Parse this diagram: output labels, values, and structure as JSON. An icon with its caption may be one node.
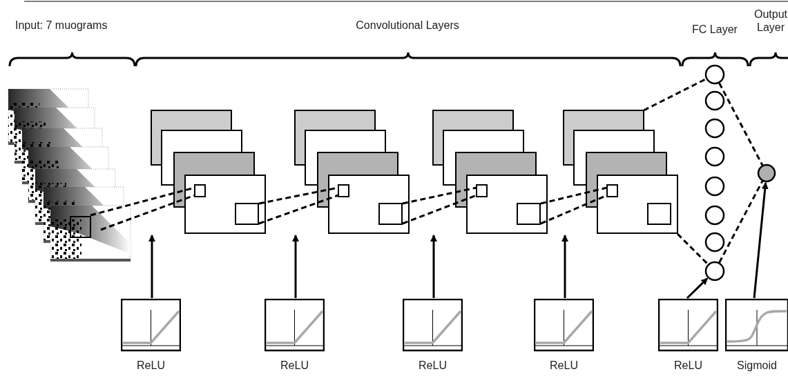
{
  "diagram": {
    "nodes": [
      {
        "text": [],
        "shape": "picture"
      },
      {
        "text": [],
        "shape": "box"
      },
      {
        "text": [],
        "shape": "box"
      },
      {
        "text": [],
        "shape": "box"
      },
      {
        "text": [],
        "shape": "box"
      },
      {
        "text": [],
        "shape": "circle"
      },
      {
        "text": [],
        "shape": "circle"
      },
      {
        "text": [],
        "shape": "circle"
      },
      {
        "text": [],
        "shape": "circle"
      },
      {
        "text": [],
        "shape": "circle"
      },
      {
        "text": [],
        "shape": "circle"
      },
      {
        "text": [],
        "shape": "circle"
      },
      {
        "text": [],
        "shape": "circle"
      },
      {
        "text": [],
        "shape": "circle"
      },
      {
        "text": [
          "ReLU"
        ]
      },
      {
        "text": [
          "ReLU"
        ]
      },
      {
        "text": [
          "ReLU"
        ]
      },
      {
        "text": [
          "ReLU"
        ]
      },
      {
        "text": [
          "ReLU"
        ]
      },
      {
        "text": [
          "Sigmoid"
        ]
      }
    ],
    "edges": [
      {
        "from": 0,
        "to": 1,
        "arrow": "none",
        "style": "dashed"
      },
      {
        "from": 0,
        "to": 1,
        "arrow": "none",
        "style": "dashed"
      },
      {
        "from": 1,
        "to": 2,
        "arrow": "none",
        "style": "dashed"
      },
      {
        "from": 1,
        "to": 2,
        "arrow": "none",
        "style": "dashed"
      },
      {
        "from": 2,
        "to": 3,
        "arrow": "none",
        "style": "dashed"
      },
      {
        "from": 2,
        "to": 3,
        "arrow": "none",
        "style": "dashed"
      },
      {
        "from": 3,
        "to": 4,
        "arrow": "none",
        "style": "dashed"
      },
      {
        "from": 3,
        "to": 4,
        "arrow": "none",
        "style": "dashed"
      },
      {
        "from": 4,
        "to": 5,
        "arrow": "none",
        "style": "dashed"
      },
      {
        "from": 4,
        "to": 12,
        "arrow": "none",
        "style": "dashed"
      },
      {
        "from": 5,
        "to": 13,
        "arrow": "none",
        "style": "dashed"
      },
      {
        "from": 12,
        "to": 13,
        "arrow": "none",
        "style": "dashed"
      },
      {
        "from": 14,
        "to": 1,
        "arrow": "to"
      },
      {
        "from": 15,
        "to": 2,
        "arrow": "to"
      },
      {
        "from": 16,
        "to": 3,
        "arrow": "to"
      },
      {
        "from": 17,
        "to": 4,
        "arrow": "to"
      },
      {
        "from": 18,
        "to": 12,
        "arrow": "to"
      },
      {
        "from": 19,
        "to": 13,
        "arrow": "to"
      }
    ],
    "labels": [
      "Input: 7 muograms",
      "Convolutional Layers",
      "FC Layer",
      "Output Layer"
    ]
  }
}
